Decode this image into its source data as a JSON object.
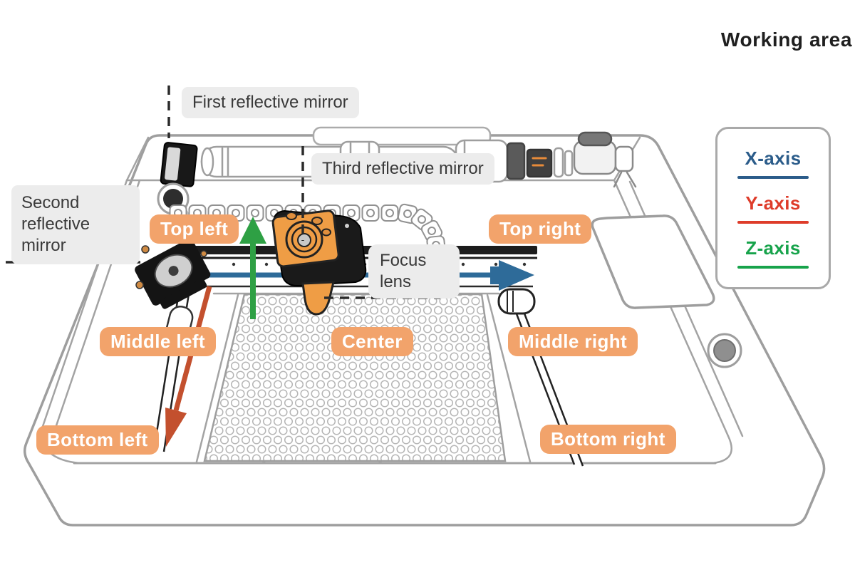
{
  "title": "Working area",
  "legend": {
    "items": [
      {
        "label": "X-axis",
        "color": "#2B5C8A"
      },
      {
        "label": "Y-axis",
        "color": "#DE3C2A"
      },
      {
        "label": "Z-axis",
        "color": "#17A34B"
      }
    ]
  },
  "component_labels": {
    "first_mirror": "First reflective mirror",
    "second_mirror": "Second reflective mirror",
    "third_mirror": "Third reflective mirror",
    "focus_lens": "Focus lens"
  },
  "position_labels": {
    "top_left": "Top left",
    "top_right": "Top right",
    "middle_left": "Middle left",
    "center": "Center",
    "middle_right": "Middle right",
    "bottom_left": "Bottom left",
    "bottom_right": "Bottom right"
  },
  "colors": {
    "position_label_bg": "#F2A36B",
    "x_axis_arrow": "#2E6B99",
    "y_axis_arrow": "#C3502E",
    "z_axis_arrow": "#2EA044",
    "callout_label_bg": "#ECECEC"
  },
  "diagram": {
    "subject": "Laser engraver working area with axis arrows and mirror positions"
  }
}
